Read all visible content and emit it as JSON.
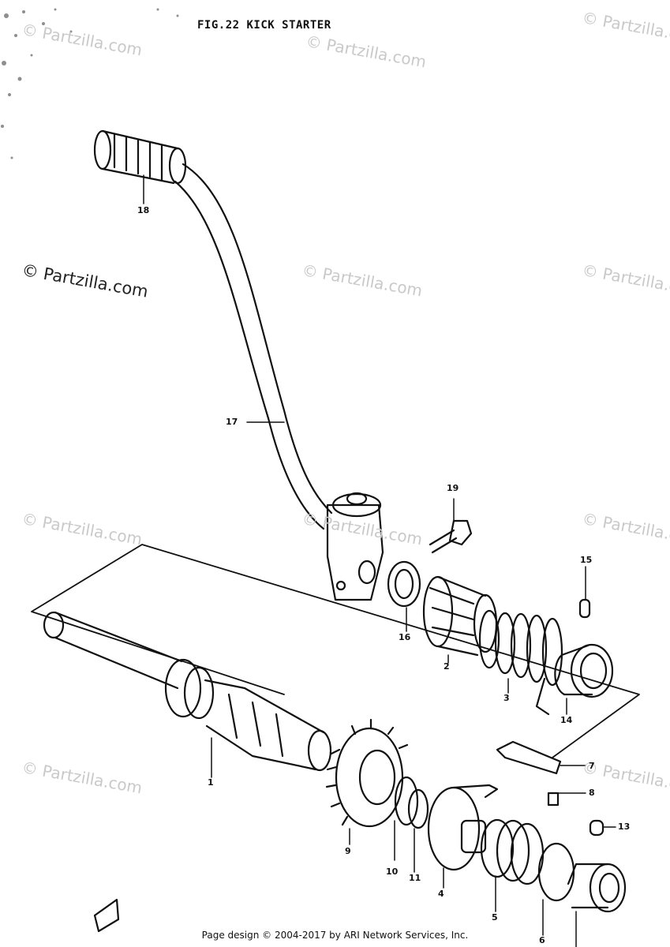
{
  "figure": {
    "title": "FIG.22  KICK STARTER"
  },
  "watermark": {
    "text": "© Partzilla.com"
  },
  "footer": {
    "text": "Page design © 2004-2017 by ARI Network Services, Inc."
  },
  "callouts": [
    "1",
    "2",
    "3",
    "4",
    "5",
    "6",
    "7",
    "8",
    "9",
    "10",
    "11",
    "13",
    "14",
    "15",
    "16",
    "17",
    "18",
    "19"
  ],
  "colors": {
    "ink": "#111111",
    "watermark": "#c9c9c9",
    "paper": "#ffffff"
  }
}
